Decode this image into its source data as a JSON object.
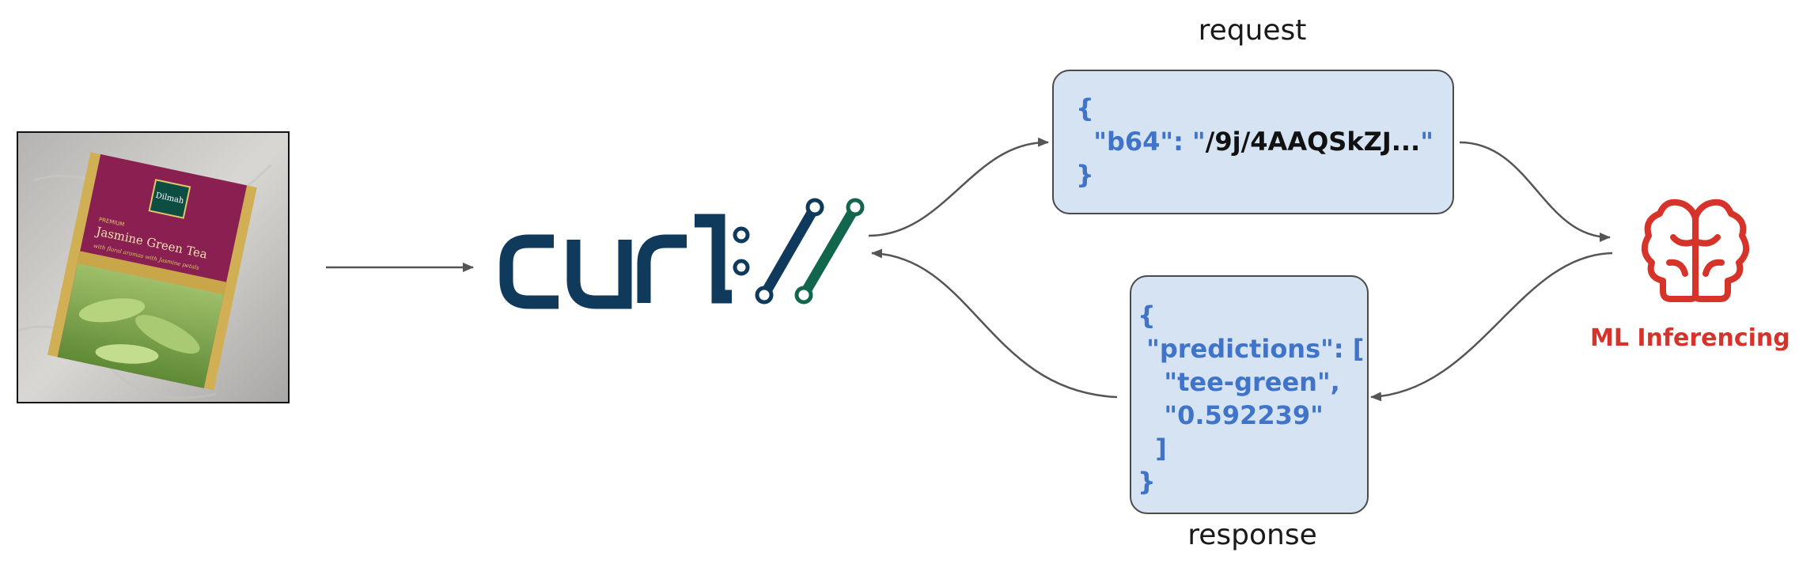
{
  "input": {
    "photo_text": {
      "brand": "Dilmah",
      "premium": "PREMIUM",
      "product": "Jasmine Green Tea",
      "tagline": "with floral aromas with Jasmine petals"
    }
  },
  "curl": {
    "logo_text": "curl"
  },
  "request": {
    "caption": "request",
    "open": "{",
    "key": "\"b64\": \"",
    "value": "/9j/4AAQSkZJ...",
    "value_end": "\"",
    "close": "}"
  },
  "response": {
    "caption": "response",
    "line1": "{",
    "line2": " \"predictions\": [",
    "line3": "   \"tee-green\",",
    "line4": "   \"0.592239\"",
    "line5": "  ]",
    "line6": "}"
  },
  "ml": {
    "label": "ML Inferencing"
  },
  "colors": {
    "curl_dark": "#0f3a5c",
    "curl_green": "#13664e",
    "box_fill": "#d5e3f3",
    "json_blue": "#3f74c9",
    "ml_red": "#d6332a",
    "arrow": "#555555"
  }
}
